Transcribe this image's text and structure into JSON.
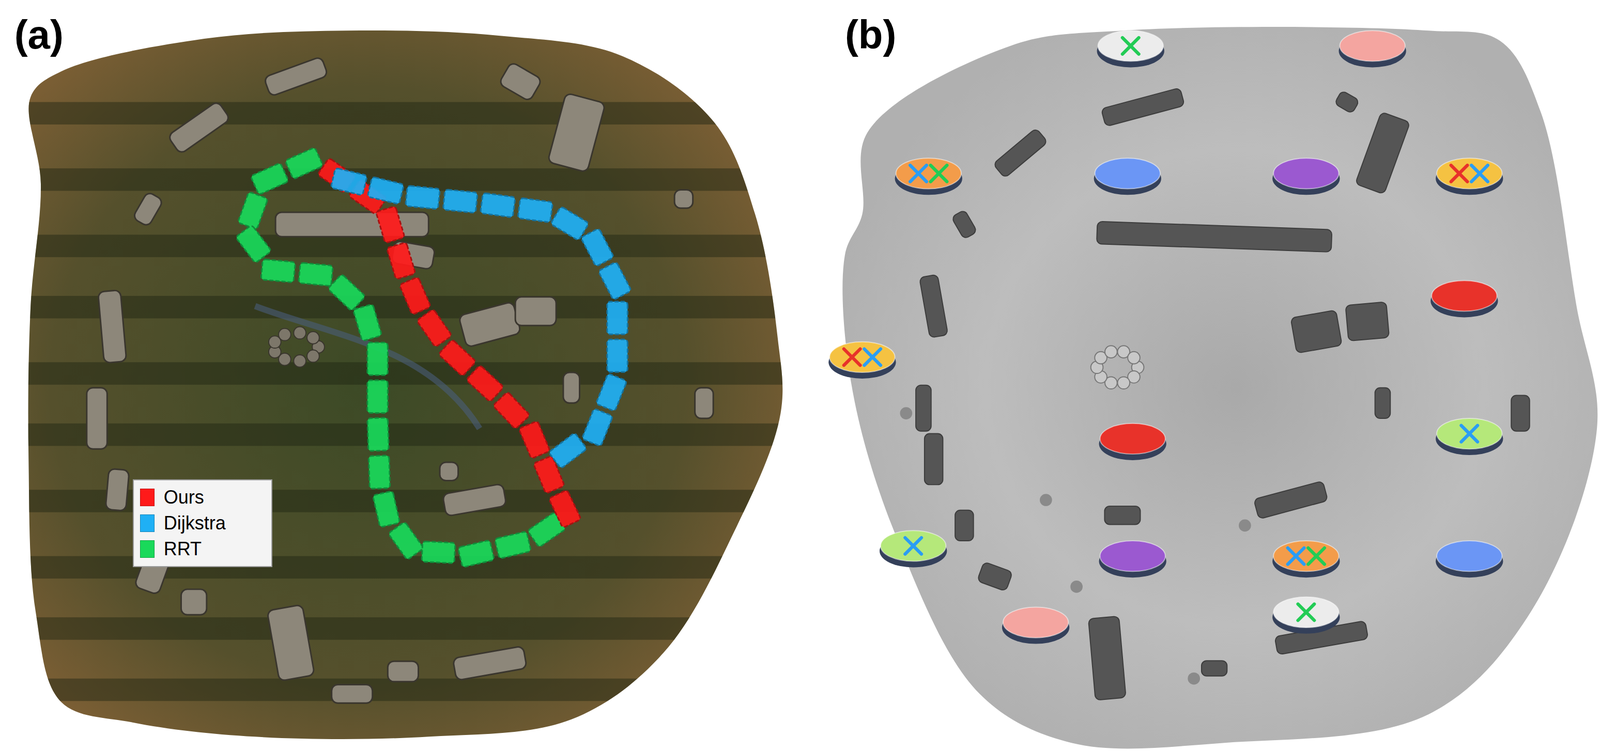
{
  "diagram": {
    "labels": [
      "(a)",
      "(b)"
    ],
    "legend": [
      {
        "text": "Ours",
        "color": "#ff1a1a"
      },
      {
        "text": "Dijkstra",
        "color": "#1fb0f5"
      },
      {
        "text": "RRT",
        "color": "#19d95a"
      }
    ]
  }
}
